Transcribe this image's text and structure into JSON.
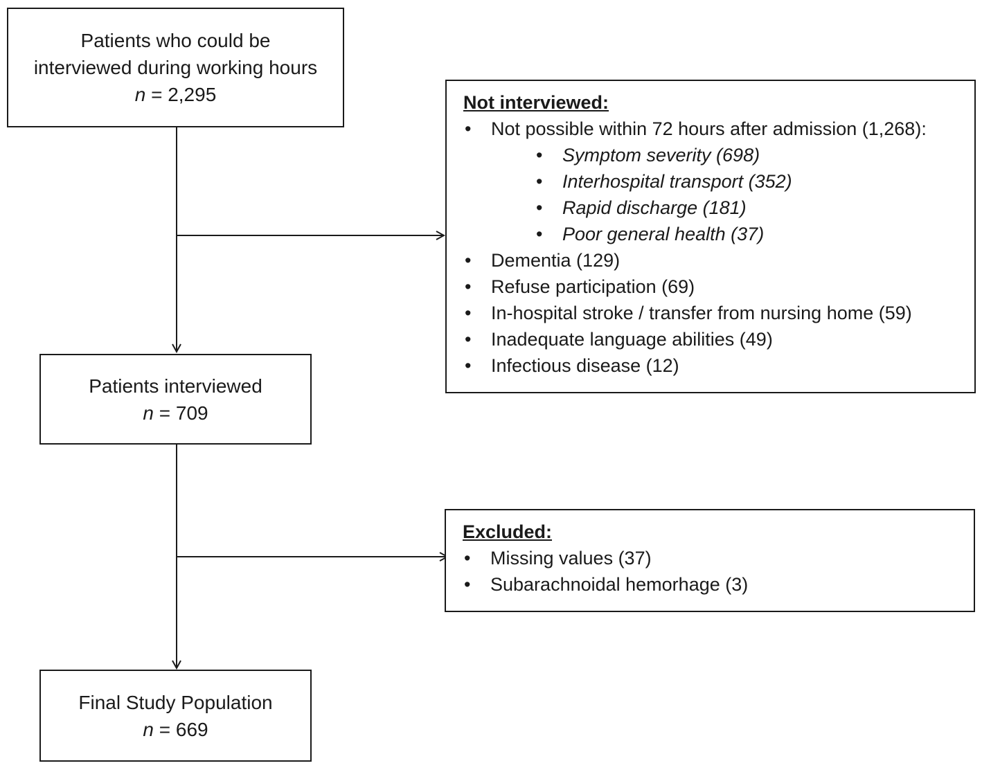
{
  "flow": {
    "box1": {
      "title_line1": "Patients who could be",
      "title_line2": "interviewed during working hours",
      "n_label": "n",
      "n_value": " = 2,295"
    },
    "box2": {
      "title": "Patients interviewed",
      "n_label": "n",
      "n_value": " = 709"
    },
    "box3": {
      "title": "Final Study Population",
      "n_label": "n",
      "n_value": " = 669"
    }
  },
  "not_interviewed": {
    "heading": "Not interviewed:",
    "first_item": "Not possible within 72 hours after admission (1,268):",
    "sub_items": [
      "Symptom severity (698)",
      "Interhospital transport (352)",
      "Rapid discharge (181)",
      "Poor general health (37)"
    ],
    "other_items": [
      "Dementia (129)",
      "Refuse participation (69)",
      "In-hospital stroke / transfer from nursing home (59)",
      "Inadequate language abilities (49)",
      "Infectious disease (12)"
    ]
  },
  "excluded": {
    "heading": "Excluded:",
    "items": [
      "Missing values (37)",
      "Subarachnoidal hemorhage (3)"
    ]
  }
}
